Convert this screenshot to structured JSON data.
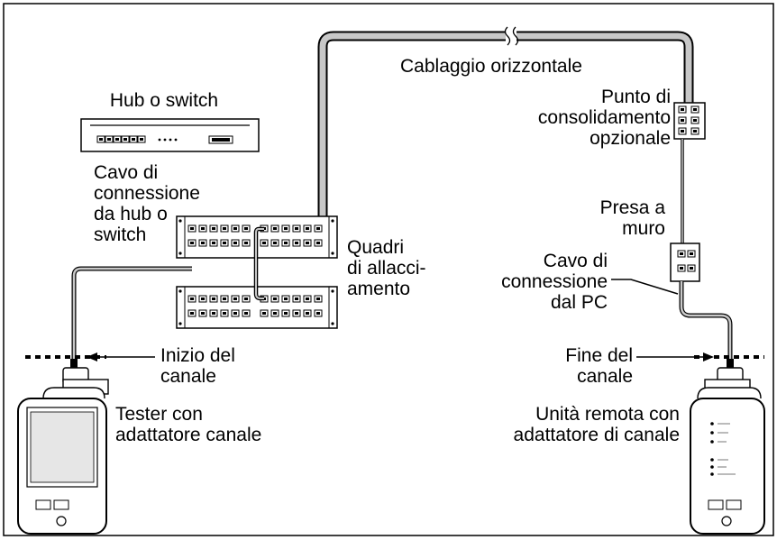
{
  "labels": {
    "horizontal_cabling": "Cablaggio orizzontale",
    "hub_switch": "Hub o switch",
    "consolidation_point": "Punto di\nconsolidamento\nopzionale",
    "hub_patch_cord": "Cavo di\nconnessione\nda hub o\nswitch",
    "wall_outlet": "Presa a\nmuro",
    "patch_panels": "Quadri\ndi allacci-\namento",
    "pc_patch_cord": "Cavo di\nconnessione\ndal PC",
    "channel_start": "Inizio del\ncanale",
    "channel_end": "Fine del\ncanale",
    "tester": "Tester con\nadattatore canale",
    "remote": "Unità remota con\nadattatore di canale"
  }
}
